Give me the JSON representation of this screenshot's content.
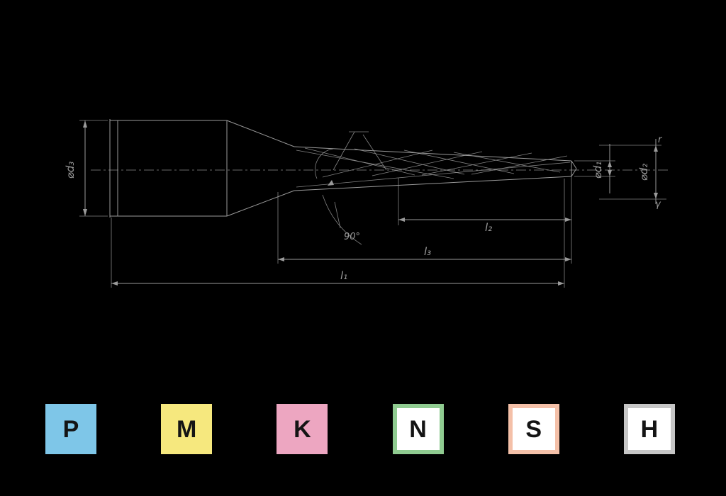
{
  "page": {
    "background": "#000000"
  },
  "drawing": {
    "stroke_color": "#9a9a9a",
    "labels": {
      "shank_diameter": "⌀d₃",
      "pilot_diameter": "⌀d₁",
      "step_diameter": "⌀d₂",
      "length_overall": "l₁",
      "length_step": "l₂",
      "length_flute": "l₃",
      "point_angle": "90°",
      "corner_radius": "r",
      "angle_gamma": "γ"
    }
  },
  "material_groups": {
    "items": [
      {
        "label": "P",
        "bg": "#7EC6E8",
        "border": "#7EC6E8",
        "text_color": "#141414"
      },
      {
        "label": "M",
        "bg": "#F6E87E",
        "border": "#F6E87E",
        "text_color": "#141414"
      },
      {
        "label": "K",
        "bg": "#EDA6C1",
        "border": "#EDA6C1",
        "text_color": "#141414"
      },
      {
        "label": "N",
        "bg": "#FFFFFF",
        "border": "#8FCB90",
        "text_color": "#141414"
      },
      {
        "label": "S",
        "bg": "#FFFFFF",
        "border": "#F4C0A8",
        "text_color": "#141414"
      },
      {
        "label": "H",
        "bg": "#FFFFFF",
        "border": "#C6C6C6",
        "text_color": "#141414"
      }
    ]
  }
}
